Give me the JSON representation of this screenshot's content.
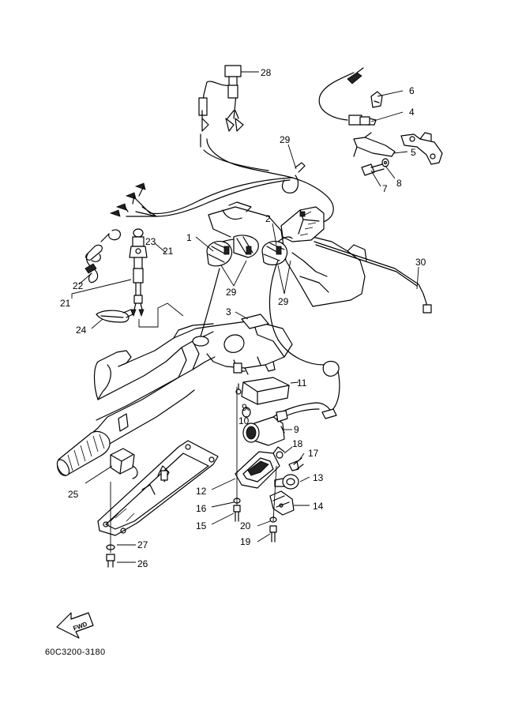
{
  "callouts": [
    {
      "id": "1",
      "text": "1"
    },
    {
      "id": "2",
      "text": "2"
    },
    {
      "id": "3",
      "text": "3"
    },
    {
      "id": "4",
      "text": "4"
    },
    {
      "id": "5",
      "text": "5"
    },
    {
      "id": "6",
      "text": "6"
    },
    {
      "id": "7",
      "text": "7"
    },
    {
      "id": "8",
      "text": "8"
    },
    {
      "id": "9a",
      "text": "9"
    },
    {
      "id": "9b",
      "text": "9"
    },
    {
      "id": "10",
      "text": "10"
    },
    {
      "id": "11",
      "text": "11"
    },
    {
      "id": "12",
      "text": "12"
    },
    {
      "id": "13",
      "text": "13"
    },
    {
      "id": "14",
      "text": "14"
    },
    {
      "id": "15",
      "text": "15"
    },
    {
      "id": "16",
      "text": "16"
    },
    {
      "id": "17",
      "text": "17"
    },
    {
      "id": "18",
      "text": "18"
    },
    {
      "id": "19",
      "text": "19"
    },
    {
      "id": "20",
      "text": "20"
    },
    {
      "id": "21a",
      "text": "21"
    },
    {
      "id": "21b",
      "text": "21"
    },
    {
      "id": "22",
      "text": "22"
    },
    {
      "id": "23",
      "text": "23"
    },
    {
      "id": "24",
      "text": "24"
    },
    {
      "id": "25",
      "text": "25"
    },
    {
      "id": "26",
      "text": "26"
    },
    {
      "id": "27",
      "text": "27"
    },
    {
      "id": "28",
      "text": "28"
    },
    {
      "id": "29a",
      "text": "29"
    },
    {
      "id": "29b",
      "text": "29"
    },
    {
      "id": "29c",
      "text": "29"
    },
    {
      "id": "30",
      "text": "30"
    }
  ],
  "fwd_label": "FWD",
  "drawing_code": "60C3200-3180"
}
